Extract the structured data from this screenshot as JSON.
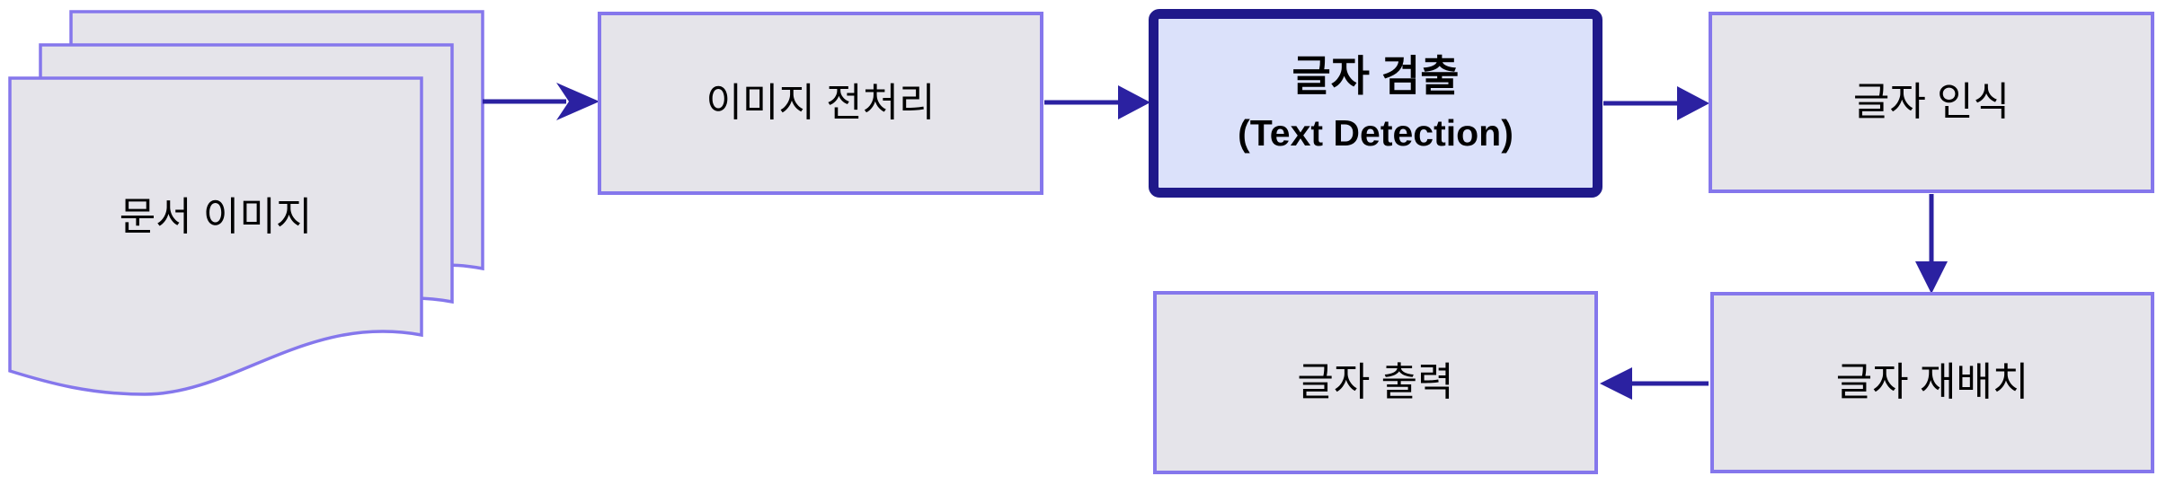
{
  "diagram": {
    "description": "OCR text-recognition pipeline flowchart",
    "nodes": [
      {
        "id": "documents",
        "label": "문서 이미지",
        "shape": "document-stack",
        "highlighted": false
      },
      {
        "id": "preprocess",
        "label": "이미지 전처리",
        "shape": "process",
        "highlighted": false
      },
      {
        "id": "detection",
        "label": "글자 검출",
        "sublabel": "(Text Detection)",
        "shape": "process",
        "highlighted": true
      },
      {
        "id": "recognition",
        "label": "글자 인식",
        "shape": "process",
        "highlighted": false
      },
      {
        "id": "reorder",
        "label": "글자 재배치",
        "shape": "process",
        "highlighted": false
      },
      {
        "id": "output",
        "label": "글자 출력",
        "shape": "process",
        "highlighted": false
      }
    ],
    "edges": [
      {
        "from": "documents",
        "to": "preprocess",
        "direction": "right"
      },
      {
        "from": "preprocess",
        "to": "detection",
        "direction": "right"
      },
      {
        "from": "detection",
        "to": "recognition",
        "direction": "right"
      },
      {
        "from": "recognition",
        "to": "reorder",
        "direction": "down"
      },
      {
        "from": "reorder",
        "to": "output",
        "direction": "left"
      }
    ],
    "colors": {
      "box_fill": "#e5e4ea",
      "box_border": "#8577ec",
      "highlight_fill": "#dbe1fa",
      "highlight_border": "#1f198a",
      "arrow": "#2b21a1",
      "text": "#000000",
      "background": "#ffffff"
    }
  }
}
